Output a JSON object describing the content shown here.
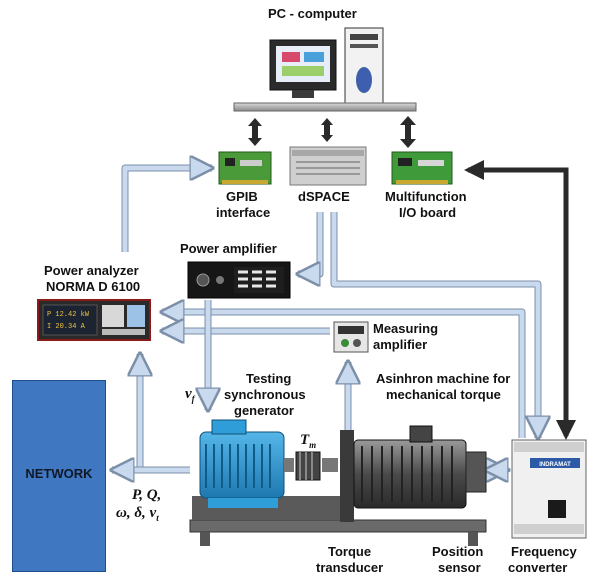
{
  "labels": {
    "pc": "PC - computer",
    "gpib_1": "GPIB",
    "gpib_2": "interface",
    "dspace": "dSPACE",
    "mio_1": "Multifunction",
    "mio_2": "I/O board",
    "power_amp": "Power amplifier",
    "analyzer_1": "Power analyzer",
    "analyzer_2": "NORMA D 6100",
    "meas_1": "Measuring",
    "meas_2": "amplifier",
    "testing_1": "Testing",
    "testing_2": "synchronous",
    "testing_3": "generator",
    "async_1": "Asinhron machine for",
    "async_2": "mechanical torque",
    "network": "NETWORK",
    "torque_1": "Torque",
    "torque_2": "transducer",
    "position_1": "Position",
    "position_2": "sensor",
    "freq_1": "Frequency",
    "freq_2": "converter"
  },
  "math": {
    "vf": "v",
    "vf_sub": "f",
    "tm": "T",
    "tm_sub": "m",
    "pq": "P, Q,",
    "wdv": "ω, δ, v",
    "wdv_sub": "t"
  },
  "screen": {
    "analyzer_line1": "P  12.42 kW",
    "analyzer_line2": "I   20.34 A",
    "converter_brand": "INDRAMAT"
  },
  "colors": {
    "signal_fill": "#c9d9ee",
    "signal_stroke": "#7c8fa8",
    "bus_black": "#2a2a2a",
    "network": "#3f78c0",
    "generator": "#2f9ed8"
  }
}
